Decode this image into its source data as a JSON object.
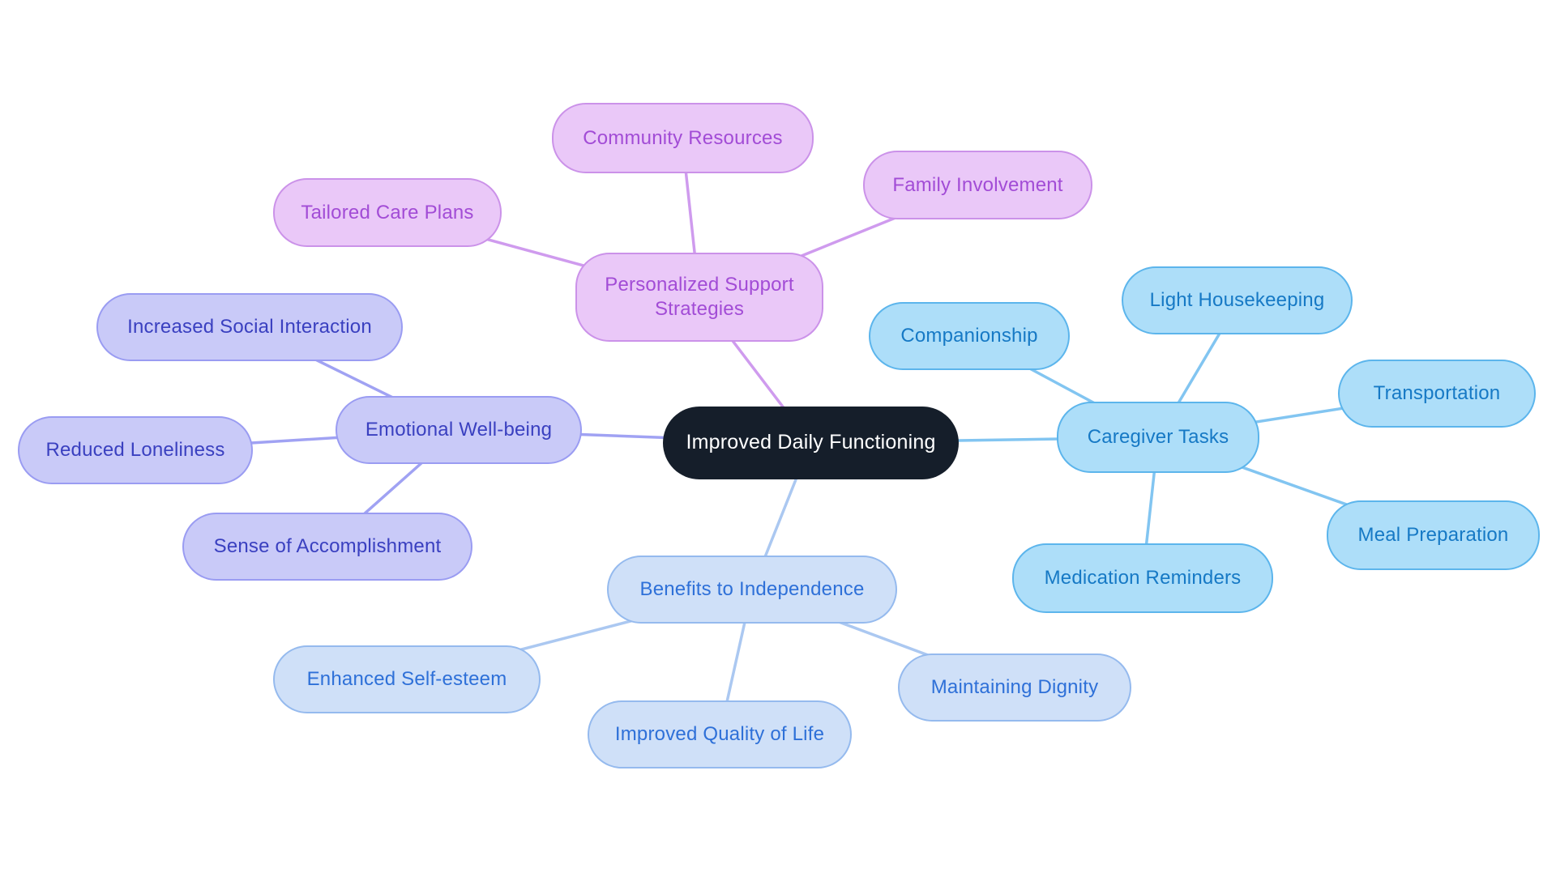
{
  "diagram_type": "mindmap",
  "center": {
    "label": "Improved Daily Functioning"
  },
  "branches": [
    {
      "label": "Personalized Support Strategies",
      "color_key": "purple",
      "children": [
        {
          "label": "Tailored Care Plans"
        },
        {
          "label": "Community Resources"
        },
        {
          "label": "Family Involvement"
        }
      ]
    },
    {
      "label": "Emotional Well-being",
      "color_key": "periwinkle",
      "children": [
        {
          "label": "Increased Social Interaction"
        },
        {
          "label": "Reduced Loneliness"
        },
        {
          "label": "Sense of Accomplishment"
        }
      ]
    },
    {
      "label": "Caregiver Tasks",
      "color_key": "blue",
      "children": [
        {
          "label": "Companionship"
        },
        {
          "label": "Light Housekeeping"
        },
        {
          "label": "Transportation"
        },
        {
          "label": "Meal Preparation"
        },
        {
          "label": "Medication Reminders"
        }
      ]
    },
    {
      "label": "Benefits to Independence",
      "color_key": "pale_blue",
      "children": [
        {
          "label": "Enhanced Self-esteem"
        },
        {
          "label": "Improved Quality of Life"
        },
        {
          "label": "Maintaining Dignity"
        }
      ]
    }
  ],
  "palette": {
    "background": "#ffffff",
    "center_bg": "#151e2a",
    "center_text": "#ffffff",
    "purple": {
      "fill": "#eac8f8",
      "border": "#cb92e9",
      "text": "#a24cd6",
      "line": "#cf9bee"
    },
    "periwinkle": {
      "fill": "#c9caf8",
      "border": "#9a9cf2",
      "text": "#3a40c0",
      "line": "#a0a2f3"
    },
    "blue": {
      "fill": "#addef9",
      "border": "#5cb5ec",
      "text": "#1679c5",
      "line": "#82c5f1"
    },
    "pale_blue": {
      "fill": "#cfe0f8",
      "border": "#95baee",
      "text": "#2e70d8",
      "line": "#abc8f1"
    }
  }
}
